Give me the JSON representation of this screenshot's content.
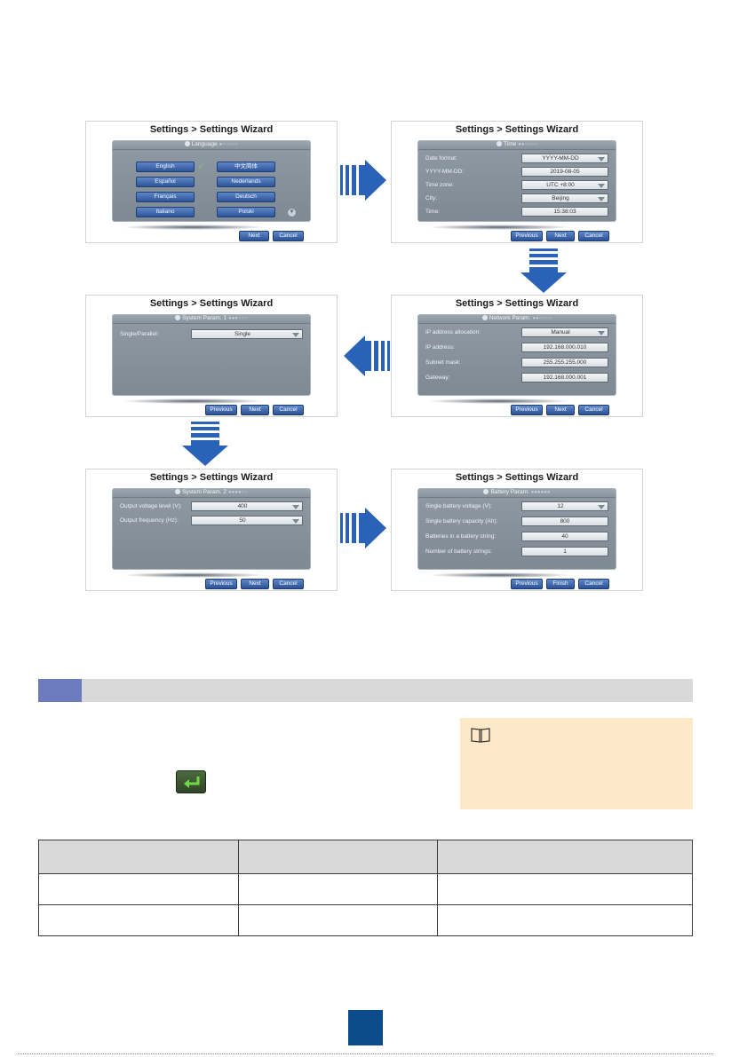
{
  "wizard_title": "Settings > Settings Wizard",
  "buttons": {
    "previous": "Previous",
    "next": "Next",
    "cancel": "Cancel",
    "finish": "Finish"
  },
  "screen_language": {
    "header": "Language",
    "languages": [
      "English",
      "中文简体",
      "Español",
      "Nederlands",
      "Français",
      "Deutsch",
      "Italiano",
      "Polski"
    ],
    "selected": "English"
  },
  "screen_time": {
    "header": "Time",
    "rows": [
      {
        "label": "Date format:",
        "value": "YYYY-MM-DD",
        "dropdown": true
      },
      {
        "label": "YYYY-MM-DD:",
        "value": "2019-08-05",
        "dropdown": false
      },
      {
        "label": "Time zone:",
        "value": "UTC +8:00",
        "dropdown": true
      },
      {
        "label": "City:",
        "value": "Beijing",
        "dropdown": true
      },
      {
        "label": "Time:",
        "value": "15:38:03",
        "dropdown": false
      }
    ]
  },
  "screen_network": {
    "header": "Network Param.",
    "rows": [
      {
        "label": "IP address allocation:",
        "value": "Manual",
        "dropdown": true
      },
      {
        "label": "IP address:",
        "value": "192.168.000.010",
        "dropdown": false
      },
      {
        "label": "Subnet mask:",
        "value": "255.255.255.000",
        "dropdown": false
      },
      {
        "label": "Gateway:",
        "value": "192.168.000.001",
        "dropdown": false
      }
    ]
  },
  "screen_system1": {
    "header": "System Param. 1",
    "rows": [
      {
        "label": "Single/Parallel:",
        "value": "Single",
        "dropdown": true
      }
    ]
  },
  "screen_system2": {
    "header": "System Param. 2",
    "rows": [
      {
        "label": "Output voltage level (V):",
        "value": "400",
        "dropdown": true
      },
      {
        "label": "Output frequency (Hz):",
        "value": "50",
        "dropdown": true
      }
    ]
  },
  "screen_battery": {
    "header": "Battery Param.",
    "rows": [
      {
        "label": "Single battery voltage (V):",
        "value": "12",
        "dropdown": true
      },
      {
        "label": "Single battery capacity (Ah):",
        "value": "800",
        "dropdown": false
      },
      {
        "label": "Batteries in a battery string:",
        "value": "40",
        "dropdown": false
      },
      {
        "label": "Number of battery strings:",
        "value": "1",
        "dropdown": false
      }
    ]
  },
  "colors": {
    "arrow_blue": "#2a62b8",
    "section_accent": "#6c7bbe",
    "note_bg": "#fde8c8",
    "page_badge": "#0c4c8c"
  }
}
